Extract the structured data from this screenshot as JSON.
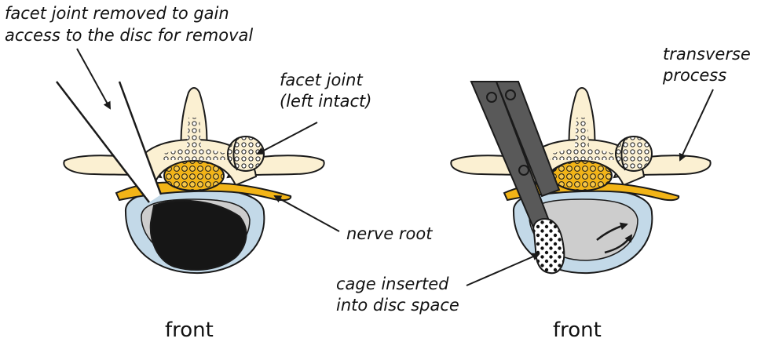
{
  "labels": {
    "facet_removed_line1": "facet joint removed to gain",
    "facet_removed_line2": "access to the disc for removal",
    "facet_intact_line1": "facet joint",
    "facet_intact_line2": "(left intact)",
    "nerve_root": "nerve root",
    "transverse_line1": "transverse",
    "transverse_line2": "process",
    "cage_line1": "cage inserted",
    "cage_line2": "into disc space"
  },
  "captions": {
    "left": "front",
    "right": "front"
  },
  "colors": {
    "bone": "#fbf0d2",
    "disc_outer": "#c3d9e8",
    "disc_inner": "#cdcdcd",
    "cavity": "#161616",
    "nerve": "#f2b417",
    "instrument": "#595959",
    "outline": "#1a1a1a"
  }
}
